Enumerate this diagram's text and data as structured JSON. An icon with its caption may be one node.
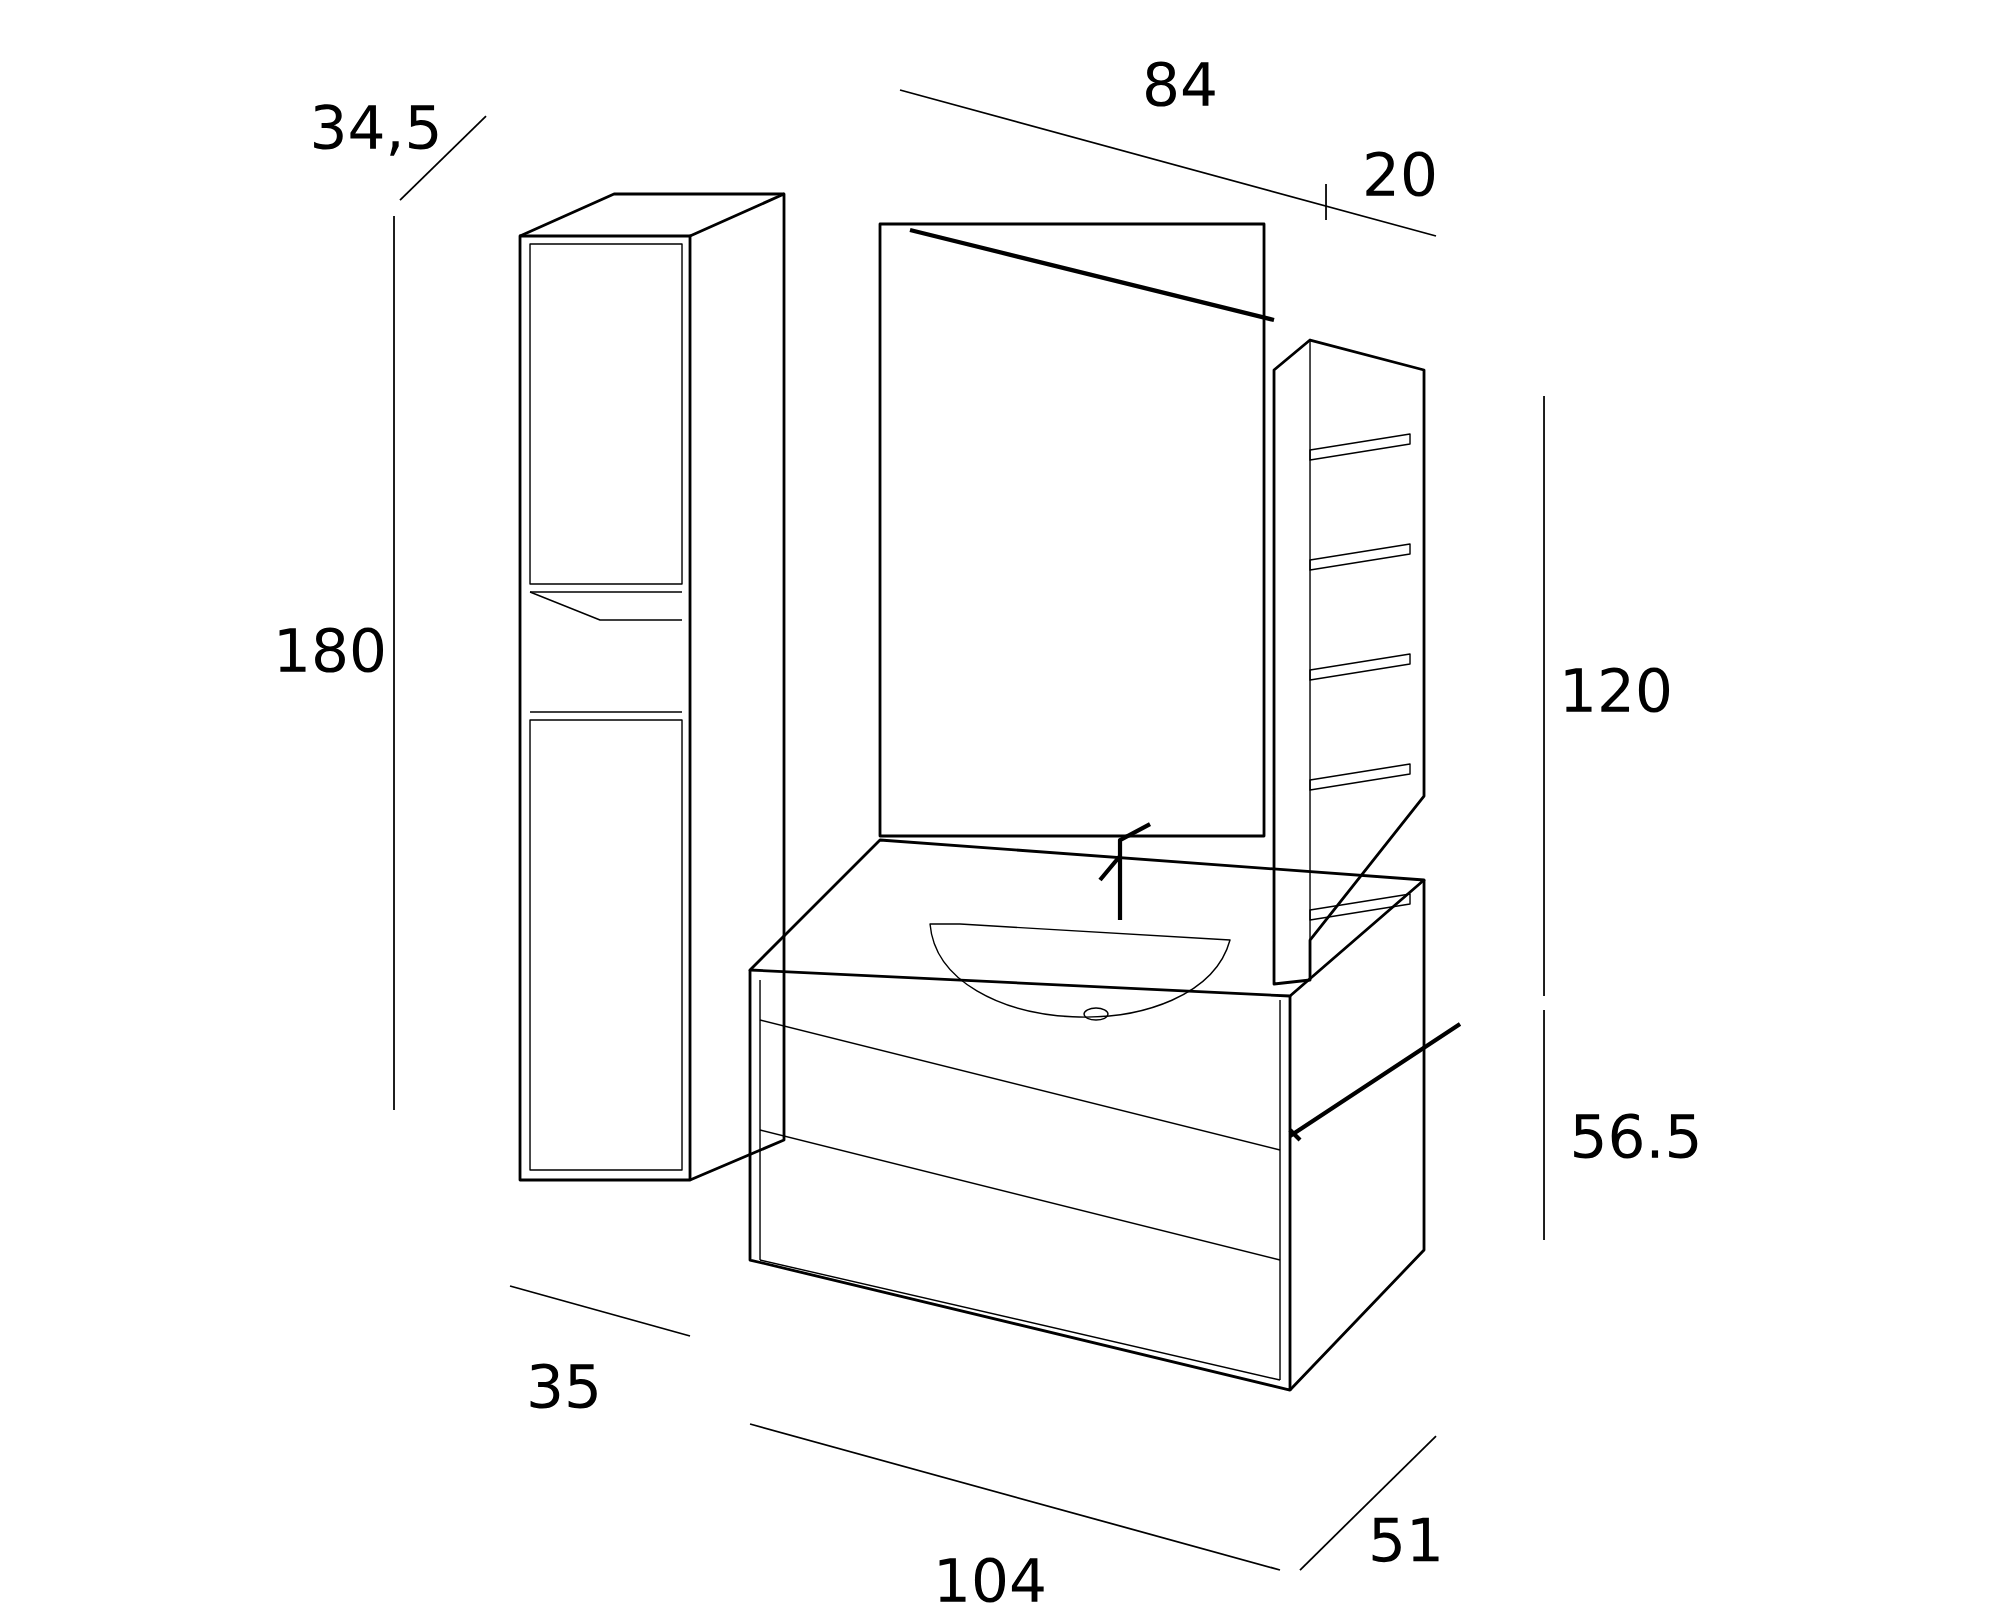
{
  "diagram": {
    "labels": [
      "84",
      "34,5",
      "20",
      "180",
      "120",
      "56.5",
      "35",
      "51",
      "104"
    ]
  }
}
